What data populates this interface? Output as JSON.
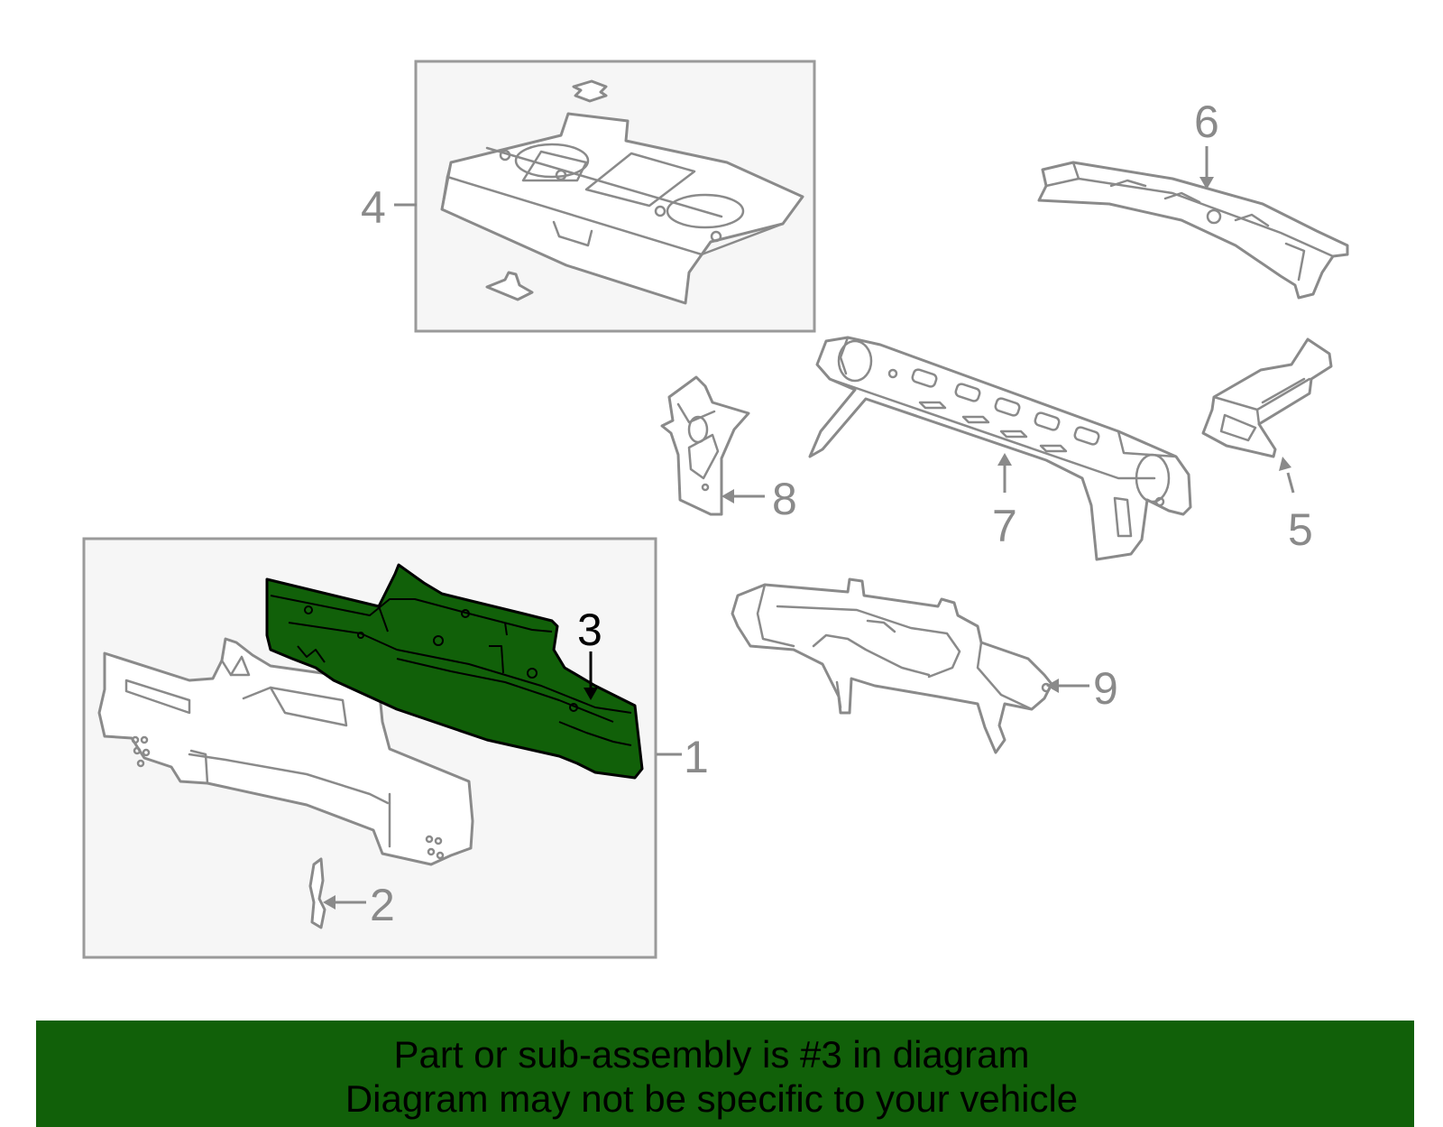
{
  "callouts": {
    "c1": "1",
    "c2": "2",
    "c3": "3",
    "c4": "4",
    "c5": "5",
    "c6": "6",
    "c7": "7",
    "c8": "8",
    "c9": "9"
  },
  "banner": {
    "line1": "Part or sub-assembly is #3 in diagram",
    "line2": "Diagram may not be specific to your vehicle"
  },
  "colors": {
    "highlight": "#116009",
    "line": "#8a8a8a",
    "box_fill": "#f6f6f6"
  }
}
